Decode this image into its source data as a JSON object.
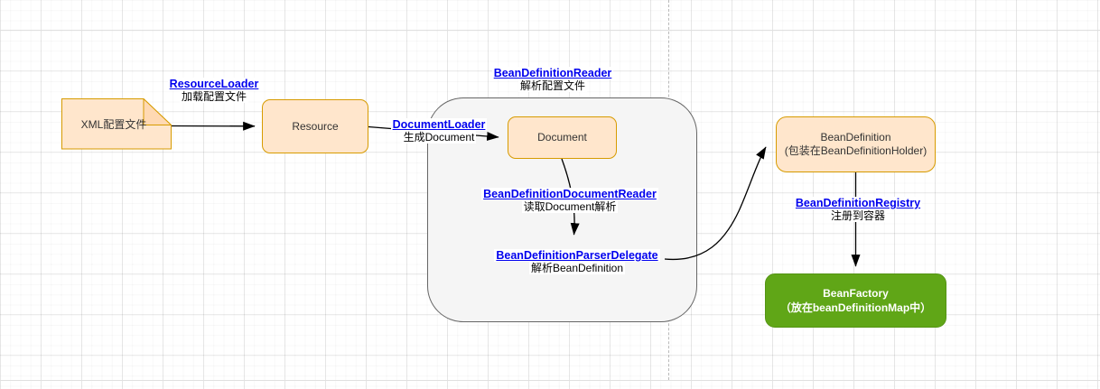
{
  "diagram": {
    "nodes": {
      "xml": {
        "label": "XML配置文件"
      },
      "resource": {
        "label": "Resource"
      },
      "document": {
        "label": "Document"
      },
      "beanDefinition": {
        "line1": "BeanDefinition",
        "line2": "(包装在BeanDefinitionHolder)"
      },
      "beanFactory": {
        "line1": "BeanFactory",
        "line2": "（放在beanDefinitionMap中）"
      }
    },
    "labels": {
      "resourceLoader": {
        "link": "ResourceLoader",
        "desc": "加载配置文件"
      },
      "beanDefinitionReader": {
        "link": "BeanDefinitionReader",
        "desc": "解析配置文件"
      },
      "documentLoader": {
        "link": "DocumentLoader",
        "desc": "生成Document"
      },
      "beanDefinitionDocumentReader": {
        "link": "BeanDefinitionDocumentReader",
        "desc": "读取Document解析"
      },
      "beanDefinitionParserDelegate": {
        "link": "BeanDefinitionParserDelegate",
        "desc": "解析BeanDefinition"
      },
      "beanDefinitionRegistry": {
        "link": "BeanDefinitionRegistry",
        "desc": "注册到容器"
      }
    },
    "colors": {
      "node_fill": "#FFE6CC",
      "node_border": "#D79B00",
      "note_fold": "#FFD9B3",
      "container_fill": "#F5F5F5",
      "container_border": "#666666",
      "factory_fill": "#60A617",
      "factory_border": "#549414",
      "factory_text": "#FFFFFF",
      "link_text": "#0000EE",
      "label_text": "#000000",
      "node_text": "#333333",
      "edge_stroke": "#000000",
      "page_break": "#B9B9B9",
      "page_border": "#E0E0E0"
    }
  }
}
